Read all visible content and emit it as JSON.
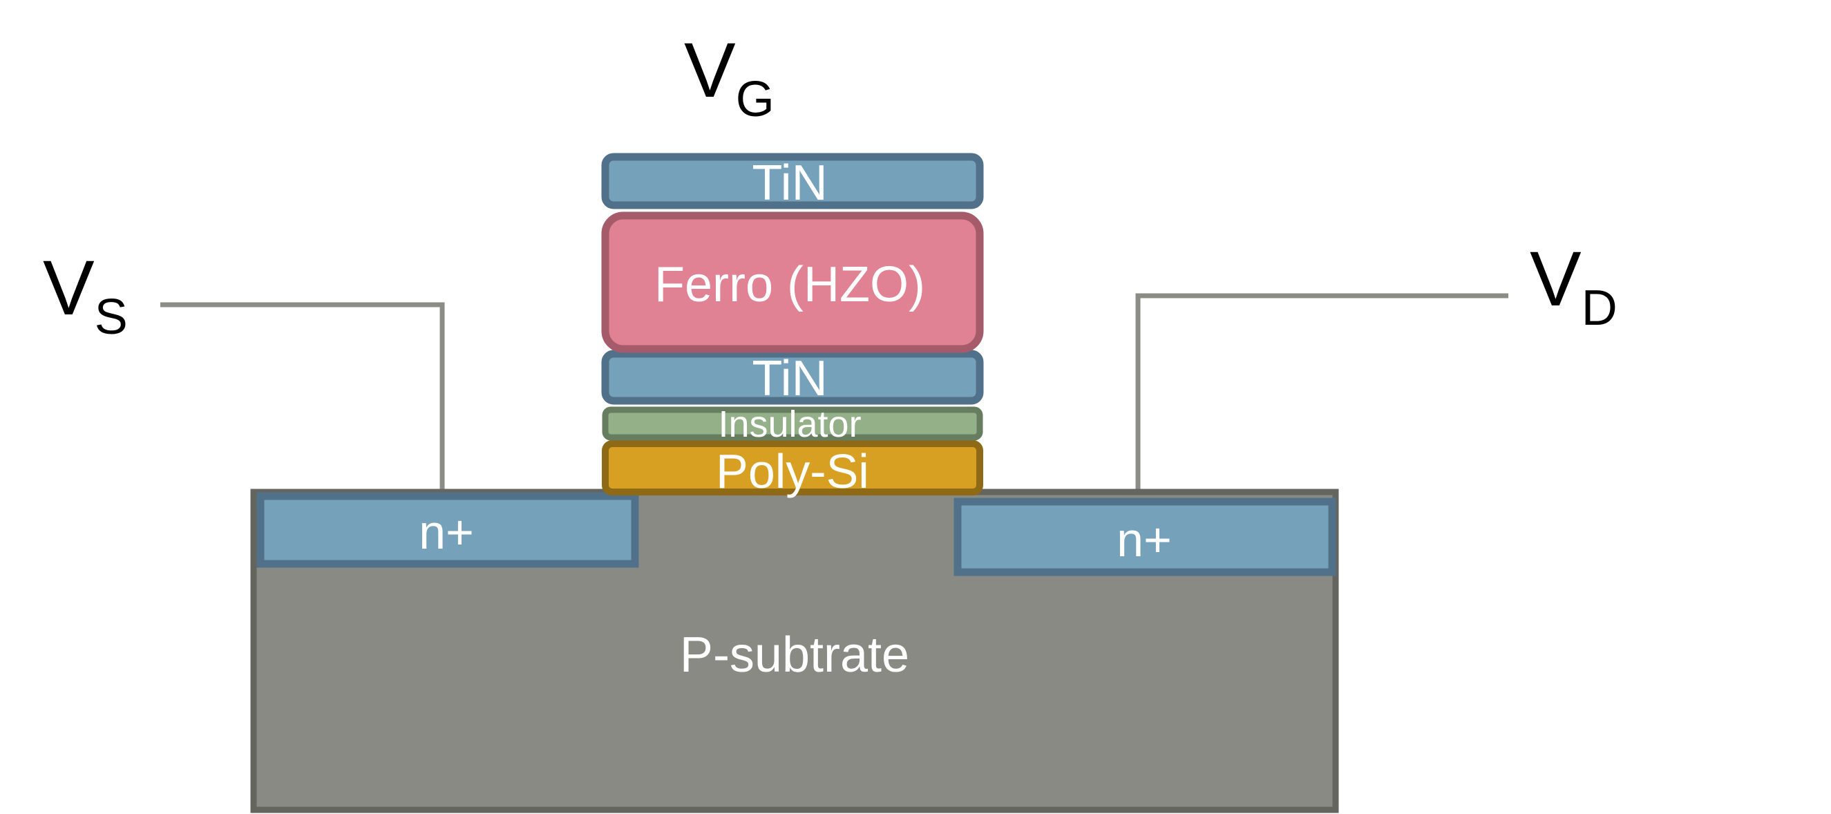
{
  "terminals": {
    "gate": {
      "main": "V",
      "sub": "G"
    },
    "source": {
      "main": "V",
      "sub": "S"
    },
    "drain": {
      "main": "V",
      "sub": "D"
    }
  },
  "layers": {
    "tin_top": "TiN",
    "ferro": "Ferro (HZO)",
    "tin_bottom": "TiN",
    "insulator": "Insulator",
    "polysi": "Poly-Si",
    "n_plus_left": "n+",
    "n_plus_right": "n+",
    "substrate": "P-subtrate"
  },
  "colors": {
    "tin_fill": "#76a1bb",
    "tin_stroke": "#51718a",
    "ferro_fill": "#e08293",
    "ferro_stroke": "#a65b6a",
    "insulator_fill": "#93b089",
    "insulator_stroke": "#667e5f",
    "polysi_fill": "#d7a023",
    "polysi_stroke": "#8e6a17",
    "substrate_fill": "#8a8a84",
    "substrate_stroke": "#656560",
    "wire": "#8c8c86"
  }
}
